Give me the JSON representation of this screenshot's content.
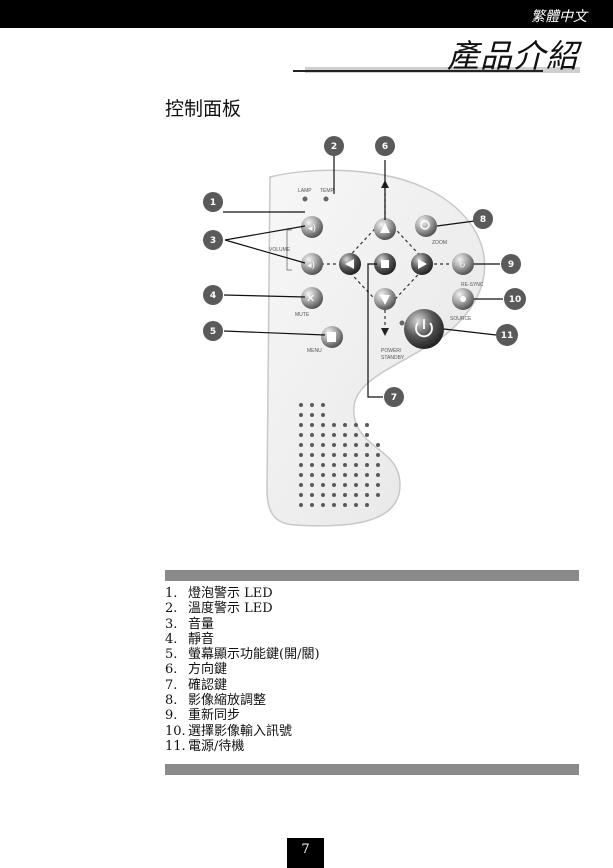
{
  "header": {
    "language_label": "繁體中文",
    "chapter_title": "產品介紹"
  },
  "section": {
    "heading": "控制面板"
  },
  "panel": {
    "labels": {
      "lamp": "LAMP",
      "temp": "TEMP",
      "volume": "VOLUME",
      "zoom": "ZOOM",
      "resync": "RE-SYNC",
      "source": "SOURCE",
      "mute": "MUTE",
      "menu": "MENU",
      "power_line1": "POWER/",
      "power_line2": "STANDBY"
    },
    "callouts": [
      "1",
      "2",
      "3",
      "4",
      "5",
      "6",
      "7",
      "8",
      "9",
      "10",
      "11"
    ]
  },
  "legend": [
    {
      "num": "1.",
      "text": "燈泡警示 LED"
    },
    {
      "num": "2.",
      "text": "溫度警示 LED"
    },
    {
      "num": "3.",
      "text": "音量"
    },
    {
      "num": "4.",
      "text": "靜音"
    },
    {
      "num": "5.",
      "text": "螢幕顯示功能鍵(開/關)"
    },
    {
      "num": "6.",
      "text": "方向鍵"
    },
    {
      "num": "7.",
      "text": "確認鍵"
    },
    {
      "num": "8.",
      "text": "影像縮放調整"
    },
    {
      "num": "9.",
      "text": "重新同步"
    },
    {
      "num": "10.",
      "text": "選擇影像輸入訊號"
    },
    {
      "num": "11.",
      "text": "電源/待機"
    }
  ],
  "footer": {
    "page_number": "7"
  }
}
